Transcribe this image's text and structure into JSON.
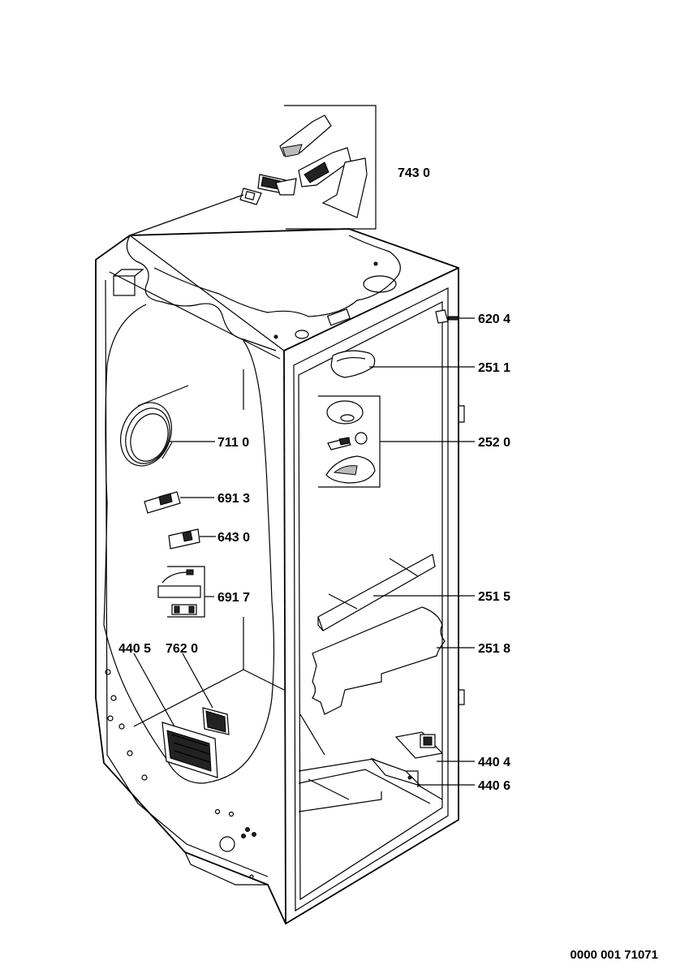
{
  "drawing": {
    "document_number": "0000 001 71071",
    "part_labels": [
      {
        "id": "p7430",
        "text": "743 0"
      },
      {
        "id": "p6204",
        "text": "620 4"
      },
      {
        "id": "p2511",
        "text": "251 1"
      },
      {
        "id": "p2520",
        "text": "252 0"
      },
      {
        "id": "p7110",
        "text": "711 0"
      },
      {
        "id": "p6913",
        "text": "691 3"
      },
      {
        "id": "p6430",
        "text": "643 0"
      },
      {
        "id": "p6917",
        "text": "691 7"
      },
      {
        "id": "p2515",
        "text": "251 5"
      },
      {
        "id": "p2518",
        "text": "251 8"
      },
      {
        "id": "p4405",
        "text": "440 5"
      },
      {
        "id": "p7620",
        "text": "762 0"
      },
      {
        "id": "p4404",
        "text": "440 4"
      },
      {
        "id": "p4406",
        "text": "440 6"
      }
    ]
  }
}
